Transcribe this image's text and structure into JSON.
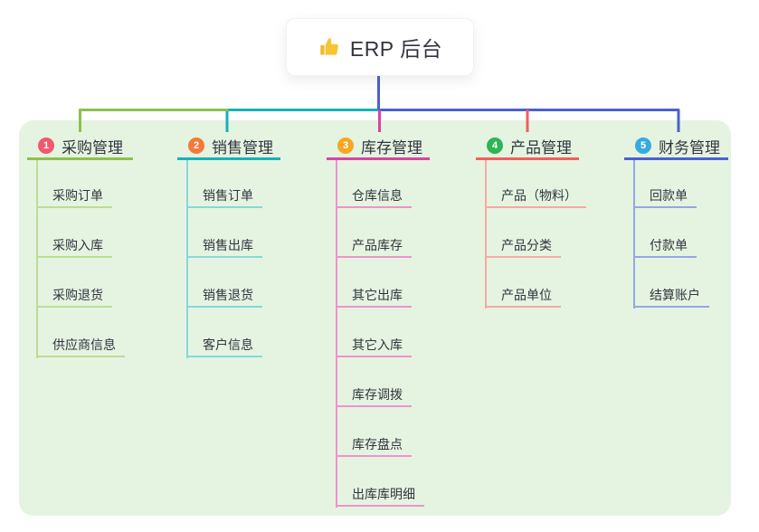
{
  "root": {
    "title": "ERP 后台",
    "icon": "thumbs-up-icon"
  },
  "colors": {
    "panel_bg": "#e4f4e1",
    "root_line": "#4a60d0",
    "text": "#33343e"
  },
  "branches": [
    {
      "num": "1",
      "label": "采购管理",
      "badge_color": "#f1586e",
      "line_color": "#8ec04e",
      "child_line_color": "#bcdc94",
      "children": [
        "采购订单",
        "采购入库",
        "采购退货",
        "供应商信息"
      ]
    },
    {
      "num": "2",
      "label": "销售管理",
      "badge_color": "#f5793a",
      "line_color": "#16b2b8",
      "child_line_color": "#87d8d8",
      "children": [
        "销售订单",
        "销售出库",
        "销售退货",
        "客户信息"
      ]
    },
    {
      "num": "3",
      "label": "库存管理",
      "badge_color": "#f7a722",
      "line_color": "#d9449f",
      "child_line_color": "#ef93cb",
      "children": [
        "仓库信息",
        "产品库存",
        "其它出库",
        "其它入库",
        "库存调拨",
        "库存盘点",
        "出库库明细"
      ]
    },
    {
      "num": "4",
      "label": "产品管理",
      "badge_color": "#2db553",
      "line_color": "#f15f5c",
      "child_line_color": "#f8a8a5",
      "children": [
        "产品（物料）",
        "产品分类",
        "产品单位"
      ]
    },
    {
      "num": "5",
      "label": "财务管理",
      "badge_color": "#36abde",
      "line_color": "#4a60d0",
      "child_line_color": "#96a6e6",
      "children": [
        "回款单",
        "付款单",
        "结算账户"
      ]
    }
  ]
}
